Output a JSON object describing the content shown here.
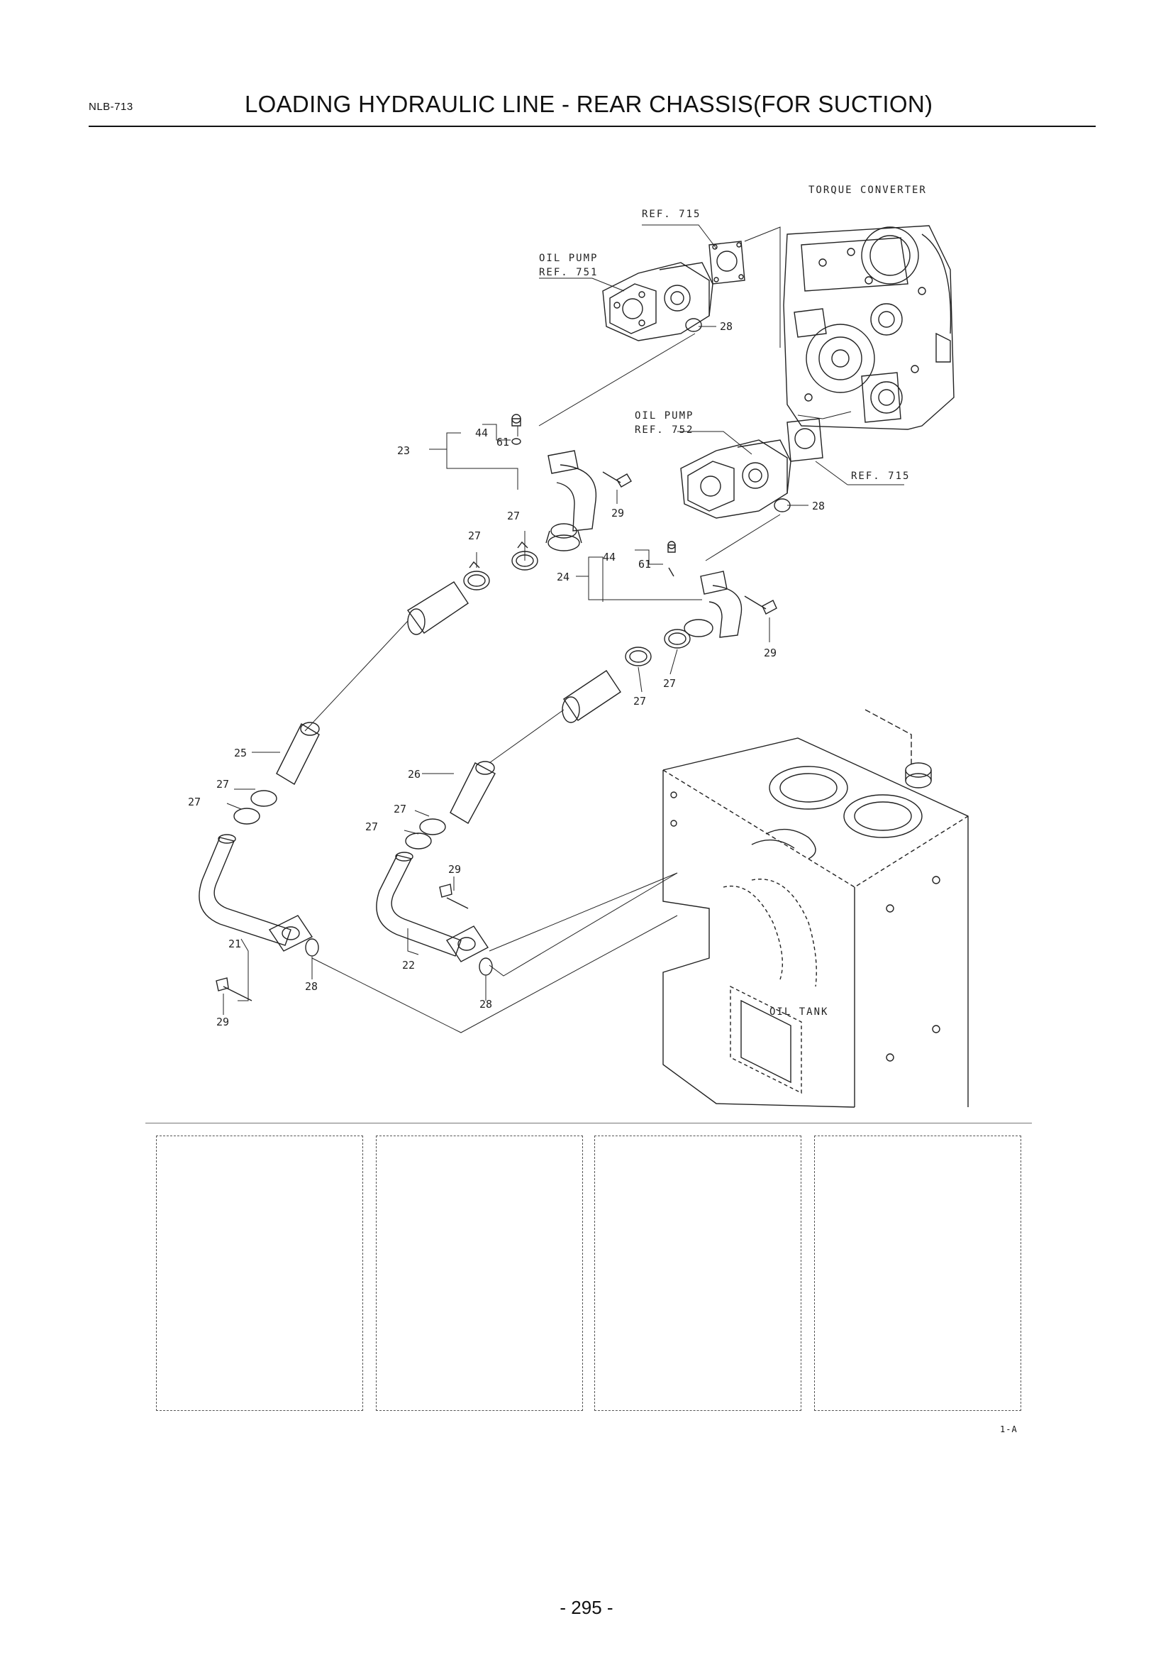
{
  "header": {
    "code": "NLB-713",
    "title": "LOADING HYDRAULIC LINE - REAR CHASSIS(FOR SUCTION)"
  },
  "diagram": {
    "labels": {
      "torque_converter": "TORQUE CONVERTER",
      "ref_715_top": "REF. 715",
      "oil_pump_top": "OIL PUMP",
      "ref_751": "REF. 751",
      "oil_pump_mid": "OIL PUMP",
      "ref_752": "REF. 752",
      "ref_715_right": "REF. 715",
      "oil_tank": "OIL TANK"
    },
    "callouts": {
      "c28_a": "28",
      "c44_a": "44",
      "c61_a": "61",
      "c23": "23",
      "c29_a": "29",
      "c27_a": "27",
      "c27_b": "27",
      "c28_b": "28",
      "c44_b": "44",
      "c61_b": "61",
      "c24": "24",
      "c29_b": "29",
      "c27_c": "27",
      "c27_d": "27",
      "c25": "25",
      "c27_e": "27",
      "c27_f": "27",
      "c26": "26",
      "c27_g": "27",
      "c27_h": "27",
      "c29_c": "29",
      "c21": "21",
      "c28_c": "28",
      "c22": "22",
      "c28_d": "28",
      "c29_d": "29"
    }
  },
  "figure_ref": "1-A",
  "page_number": "- 295 -"
}
